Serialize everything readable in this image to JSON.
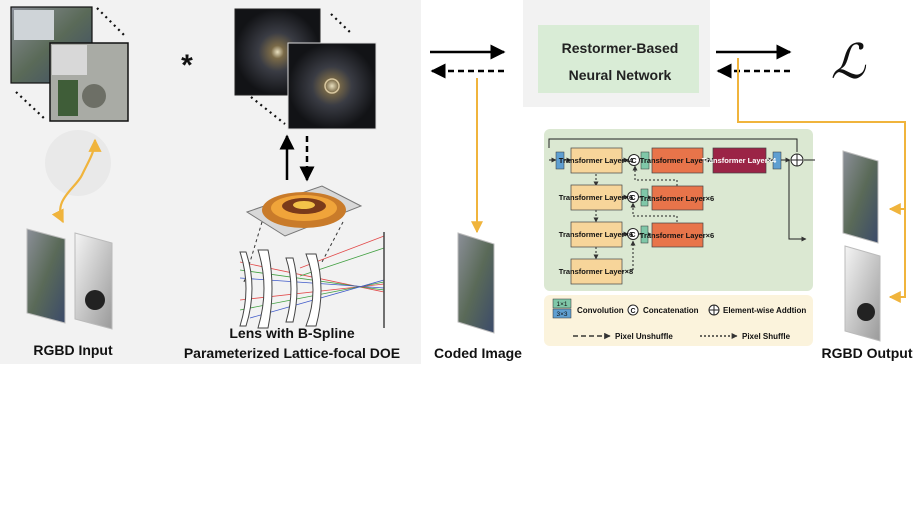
{
  "labels": {
    "rgbd_input": "RGBD Input",
    "lens_line1": "Lens with B-Spline",
    "lens_line2": "Parameterized Lattice-focal  DOE",
    "coded_image": "Coded Image",
    "rgbd_output": "RGBD Output",
    "convolve_symbol": "*",
    "loss_symbol": "ℒ"
  },
  "network": {
    "title_line1": "Restormer-Based",
    "title_line2": "Neural Network"
  },
  "architecture": {
    "blocks": {
      "enc1": "Transformer Layer×4",
      "dec1": "Transformer Layer×4",
      "refine": "Transformer Layer×4",
      "enc2": "Transformer Layer×6",
      "dec2": "Transformer Layer×6",
      "enc3": "Transformer Layer×6",
      "dec3": "Transformer Layer×6",
      "latent": "Transformer Layer×8"
    },
    "concat_symbol": "C",
    "legend": {
      "conv1x1": "1×1",
      "conv3x3": "3×3",
      "convolution": "Convolution",
      "concatenation": "Concatenation",
      "elementwise": "Element-wise Addtion",
      "pixel_unshuffle": "Pixel Unshuffle",
      "pixel_shuffle": "Pixel Shuffle"
    }
  },
  "colors": {
    "left_panel_bg": "#f2f2f2",
    "network_box_bg": "#f2f2f2",
    "network_inner": "#d9ecd6",
    "arch_bg": "#dbe8d2",
    "legend_bg": "#fbf3dc",
    "encoder_block": "#f7d59a",
    "decoder_block": "#e8744a",
    "refine_block": "#9b2446",
    "conv_block": "#5f9fd1",
    "concat_conv": "#7fc7a8",
    "yellow_arrow": "#f0b43c"
  }
}
